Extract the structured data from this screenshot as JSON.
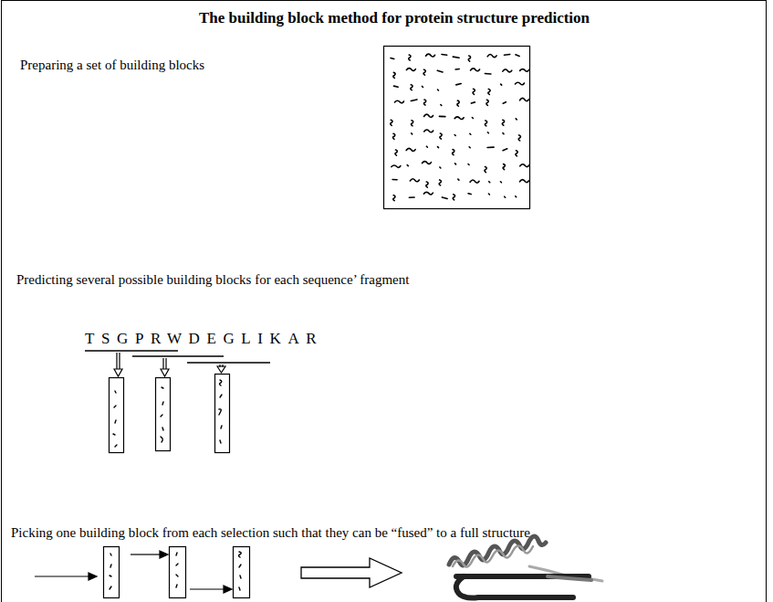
{
  "diagram": {
    "title": "The building block method for protein structure prediction",
    "labels": [
      "Preparing a set of building blocks",
      "Predicting several possible building blocks for each sequence’ fragment",
      "TSGPRWDEGLIKAR",
      "Picking one building block from each selection such that they can be “fused” to a full structure"
    ]
  }
}
